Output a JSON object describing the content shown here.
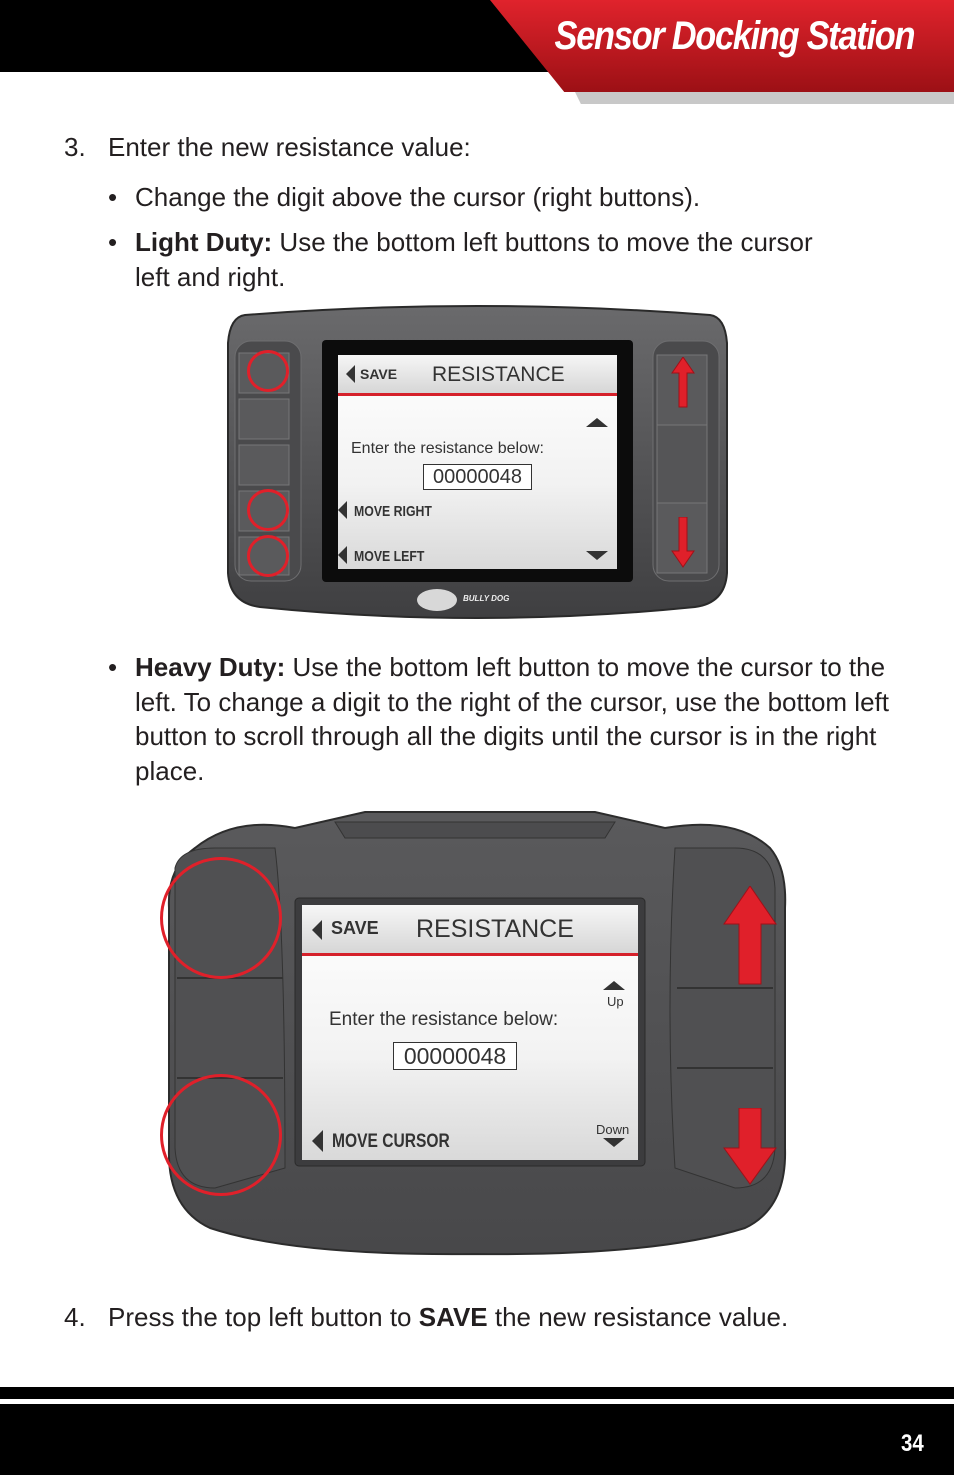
{
  "header": {
    "title": "Sensor Docking Station"
  },
  "steps": {
    "step3": {
      "num": "3.",
      "text": "Enter the new resistance value:"
    },
    "bullet1": {
      "dot": "•",
      "text": "Change the digit above the cursor (right buttons)."
    },
    "bullet2": {
      "dot": "•",
      "bold": "Light Duty:",
      "text": " Use the bottom left buttons to move the cursor left and right."
    },
    "bullet3": {
      "dot": "•",
      "bold": "Heavy Duty:",
      "text": " Use the bottom left button to move the cursor to the left. To change a digit to the right of the cursor, use the bottom left button to scroll through all the digits until the cursor is in the right place."
    },
    "step4": {
      "num": "4.",
      "pre": "Press the top left button to ",
      "bold": "SAVE",
      "post": " the new resistance value."
    }
  },
  "device_light": {
    "save": "SAVE",
    "title": "RESISTANCE",
    "prompt": "Enter the resistance below:",
    "value": "00000048",
    "move_right": "MOVE RIGHT",
    "move_left": "MOVE LEFT",
    "brand": "BULLY DOG"
  },
  "device_heavy": {
    "save": "SAVE",
    "title": "RESISTANCE",
    "prompt": "Enter the resistance below:",
    "value": "00000048",
    "move_cursor": "MOVE CURSOR",
    "up": "Up",
    "down": "Down"
  },
  "footer": {
    "page": "34"
  },
  "colors": {
    "accent_red": "#d5202a",
    "black": "#000000",
    "device_gray": "#4d4d4f"
  }
}
